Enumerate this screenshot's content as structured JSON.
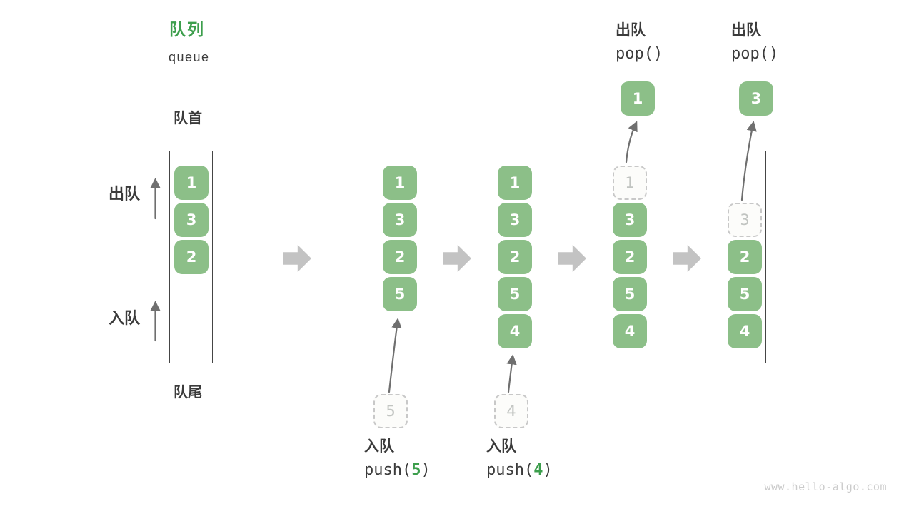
{
  "title": {
    "zh": "队列",
    "en": "queue"
  },
  "structure_labels": {
    "front": "队首",
    "rear": "队尾",
    "dequeue_side": "出队",
    "enqueue_side": "入队"
  },
  "operations": {
    "push5": {
      "label": "入队",
      "code_prefix": "push(",
      "arg": "5",
      "code_suffix": ")"
    },
    "push4": {
      "label": "入队",
      "code_prefix": "push(",
      "arg": "4",
      "code_suffix": ")"
    },
    "pop_first": {
      "label": "出队",
      "code": "pop()"
    },
    "pop_second": {
      "label": "出队",
      "code": "pop()"
    }
  },
  "queues": [
    {
      "name": "state-initial",
      "boxes": [
        {
          "row": 0,
          "value": "1",
          "variant": "solid"
        },
        {
          "row": 1,
          "value": "3",
          "variant": "solid"
        },
        {
          "row": 2,
          "value": "2",
          "variant": "solid"
        }
      ]
    },
    {
      "name": "state-after-push-5",
      "boxes": [
        {
          "row": 0,
          "value": "1",
          "variant": "solid"
        },
        {
          "row": 1,
          "value": "3",
          "variant": "solid"
        },
        {
          "row": 2,
          "value": "2",
          "variant": "solid"
        },
        {
          "row": 3,
          "value": "5",
          "variant": "solid"
        }
      ]
    },
    {
      "name": "state-after-push-4",
      "boxes": [
        {
          "row": 0,
          "value": "1",
          "variant": "solid"
        },
        {
          "row": 1,
          "value": "3",
          "variant": "solid"
        },
        {
          "row": 2,
          "value": "2",
          "variant": "solid"
        },
        {
          "row": 3,
          "value": "5",
          "variant": "solid"
        },
        {
          "row": 4,
          "value": "4",
          "variant": "solid"
        }
      ]
    },
    {
      "name": "state-after-pop-1",
      "boxes": [
        {
          "row": 0,
          "value": "1",
          "variant": "dashed"
        },
        {
          "row": 1,
          "value": "3",
          "variant": "solid"
        },
        {
          "row": 2,
          "value": "2",
          "variant": "solid"
        },
        {
          "row": 3,
          "value": "5",
          "variant": "solid"
        },
        {
          "row": 4,
          "value": "4",
          "variant": "solid"
        }
      ]
    },
    {
      "name": "state-after-pop-3",
      "boxes": [
        {
          "row": 1,
          "value": "3",
          "variant": "dashed"
        },
        {
          "row": 2,
          "value": "2",
          "variant": "solid"
        },
        {
          "row": 3,
          "value": "5",
          "variant": "solid"
        },
        {
          "row": 4,
          "value": "4",
          "variant": "solid"
        }
      ]
    }
  ],
  "floating_boxes": {
    "pending_in": [
      {
        "value": "5"
      },
      {
        "value": "4"
      }
    ],
    "popped_out": [
      {
        "value": "1"
      },
      {
        "value": "3"
      }
    ]
  },
  "watermark": "www.hello-algo.com",
  "colors": {
    "box_green": "#8CBF88",
    "accent_green": "#3C9E4C",
    "text_dark": "#3B3B3B",
    "thin_arrow_gray": "#6F6F6F",
    "block_arrow_gray": "#C3C3C3",
    "queue_line": "#454545",
    "dashed_border": "#C8C8C8",
    "faded_text": "#C1C4C1",
    "watermark_gray": "#CBCBCB"
  }
}
